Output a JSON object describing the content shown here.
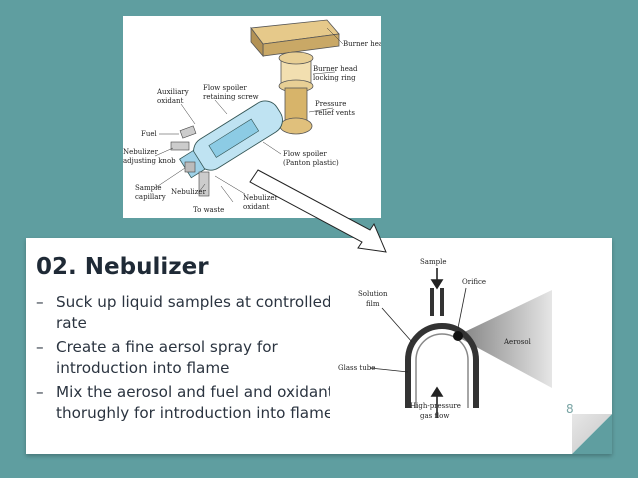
{
  "slide": {
    "title": "02. Nebulizer",
    "bullets": [
      "Suck up liquid samples at controlled rate",
      "Create a fine aersol spray for introduction into flame",
      "Mix the aerosol and fuel and oxidant thorughly for introduction into flame"
    ],
    "page_number": "8"
  },
  "burner_diagram": {
    "labels": {
      "burner_head": "Burner head",
      "locking_ring_1": "Burner head",
      "locking_ring_2": "locking ring",
      "aux_oxidant_1": "Auxiliary",
      "aux_oxidant_2": "oxidant",
      "spoiler_screw_1": "Flow spoiler",
      "spoiler_screw_2": "retaining screw",
      "pressure_vents_1": "Pressure",
      "pressure_vents_2": "relief vents",
      "fuel": "Fuel",
      "neb_knob_1": "Nebulizer",
      "neb_knob_2": "adjusting knob",
      "flow_spoiler_1": "Flow spoiler",
      "flow_spoiler_2": "(Panton plastic)",
      "sample_cap_1": "Sample",
      "sample_cap_2": "capillary",
      "nebulizer": "Nebulizer",
      "neb_oxidant_1": "Nebulizer",
      "neb_oxidant_2": "oxidant",
      "to_waste": "To waste"
    }
  },
  "nebulizer_diagram": {
    "labels": {
      "sample": "Sample",
      "orifice": "Orifice",
      "solution_film_1": "Solution",
      "solution_film_2": "film",
      "aerosol": "Aerosol",
      "glass_tube": "Glass tube",
      "gas_flow_1": "High-pressure",
      "gas_flow_2": "gas flow"
    }
  }
}
